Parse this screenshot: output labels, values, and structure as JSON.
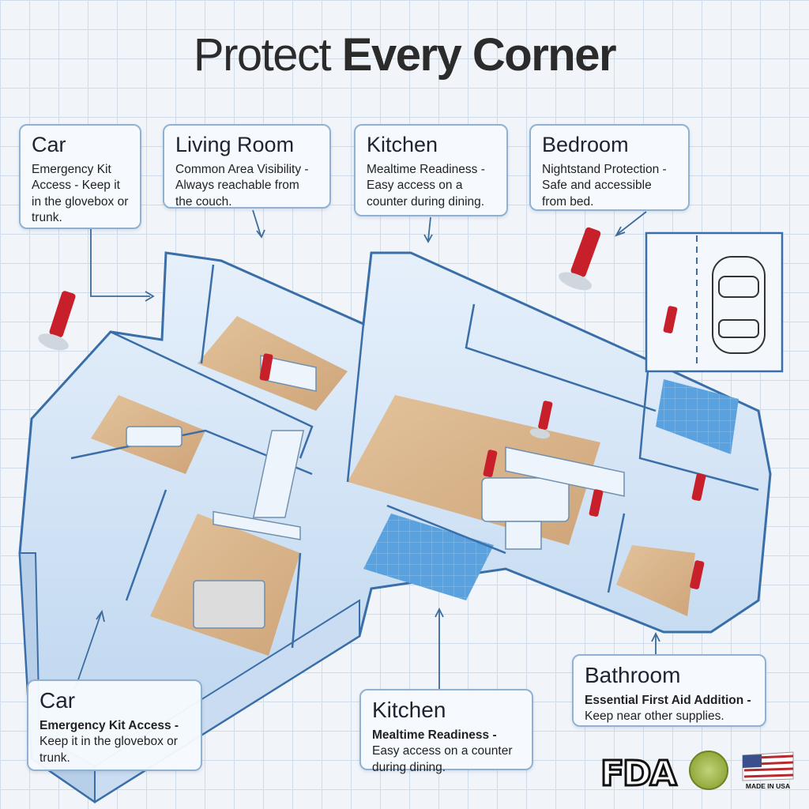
{
  "title": {
    "light": "Protect",
    "bold": "Every Corner"
  },
  "callouts": {
    "car_top": {
      "heading": "Car",
      "desc": "Emergency Kit Access - Keep it in the glovebox or trunk."
    },
    "living_room": {
      "heading": "Living Room",
      "desc": "Common Area Visibility - Always reachable from the couch."
    },
    "kitchen_top": {
      "heading": "Kitchen",
      "desc": "Mealtime Readiness - Easy access on a counter during dining."
    },
    "bedroom": {
      "heading": "Bedroom",
      "desc": "Nightstand Protection - Safe and accessible from bed."
    },
    "car_bottom": {
      "heading": "Car",
      "lead": "Emergency Kit Access -",
      "rest": "Keep it in the glovebox or trunk."
    },
    "kitchen_bottom": {
      "heading": "Kitchen",
      "lead": "Mealtime Readiness -",
      "rest": "Easy access on a counter during dining."
    },
    "bathroom": {
      "heading": "Bathroom",
      "lead": "Essential First Aid Addition -",
      "rest": "Keep near other supplies."
    }
  },
  "badges": {
    "fda": "FDA",
    "usa": "MADE IN USA"
  },
  "icons": [
    "emergency-device-icon",
    "car-icon",
    "fda-logo-icon",
    "seal-icon",
    "usa-flag-icon"
  ],
  "colors": {
    "wall": "#cfe2f5",
    "wall_edge": "#3a6ea8",
    "floor_wood": "#d9b58c",
    "tile_blue": "#4f9ad8",
    "device_red": "#c8202a",
    "callout_border": "#8fb2d4"
  }
}
